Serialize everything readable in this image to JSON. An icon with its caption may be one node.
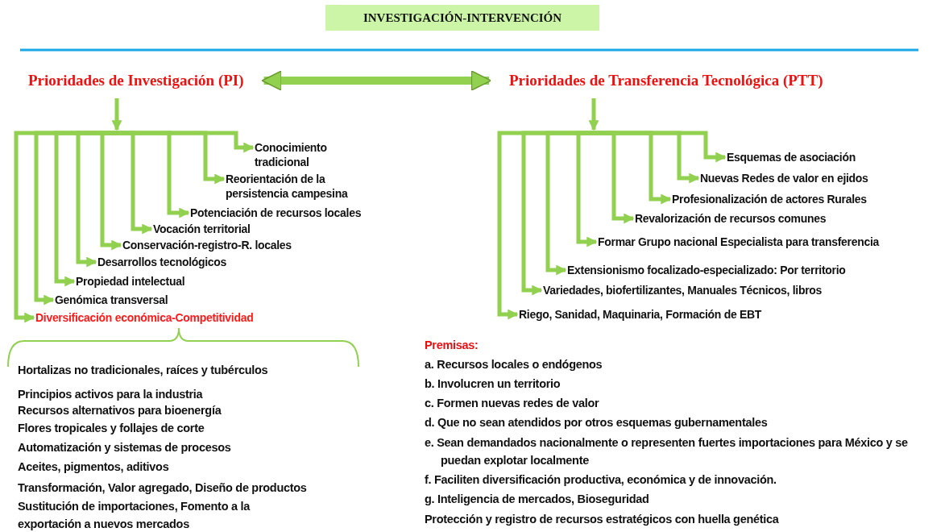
{
  "diagram": {
    "title": "INVESTIGACIÓN-INTERVENCIÓN",
    "nodes": [
      {
        "text": [
          "Prioridades de Investigación (PI)"
        ]
      },
      {
        "text": [
          "Prioridades de Transferencia Tecnológica (PTT)"
        ]
      },
      {
        "text": [
          "Conocimiento tradicional"
        ]
      },
      {
        "text": [
          "Reorientación de la persistencia campesina"
        ]
      },
      {
        "text": [
          "Potenciación de recursos locales"
        ]
      },
      {
        "text": [
          "Vocación territorial"
        ]
      },
      {
        "text": [
          "Conservación-registro-R. locales"
        ]
      },
      {
        "text": [
          "Desarrollos tecnológicos"
        ]
      },
      {
        "text": [
          "Propiedad intelectual"
        ]
      },
      {
        "text": [
          "Genómica transversal"
        ]
      },
      {
        "text": [
          "Diversificación económica-Competitividad"
        ]
      },
      {
        "text": [
          "Esquemas de asociación"
        ]
      },
      {
        "text": [
          "Nuevas Redes de valor en ejidos"
        ]
      },
      {
        "text": [
          "Profesionalización de actores Rurales"
        ]
      },
      {
        "text": [
          "Revalorización de recursos comunes"
        ]
      },
      {
        "text": [
          "Formar Grupo nacional Especialista para transferencia"
        ]
      },
      {
        "text": [
          "Extensionismo focalizado-especializado: Por territorio"
        ]
      },
      {
        "text": [
          "Variedades, biofertilizantes, Manuales Técnicos, libros"
        ]
      },
      {
        "text": [
          "Riego, Sanidad, Maquinaria, Formación de EBT"
        ]
      }
    ],
    "edges": [
      {
        "from": 0,
        "to": 1,
        "arrow": "both",
        "style": "thick"
      },
      {
        "from": 0,
        "to": 2,
        "arrow": "to"
      },
      {
        "from": 0,
        "to": 3,
        "arrow": "to"
      },
      {
        "from": 0,
        "to": 4,
        "arrow": "to"
      },
      {
        "from": 0,
        "to": 5,
        "arrow": "to"
      },
      {
        "from": 0,
        "to": 6,
        "arrow": "to"
      },
      {
        "from": 0,
        "to": 7,
        "arrow": "to"
      },
      {
        "from": 0,
        "to": 8,
        "arrow": "to"
      },
      {
        "from": 0,
        "to": 9,
        "arrow": "to"
      },
      {
        "from": 0,
        "to": 10,
        "arrow": "to"
      },
      {
        "from": 1,
        "to": 11,
        "arrow": "to"
      },
      {
        "from": 1,
        "to": 12,
        "arrow": "to"
      },
      {
        "from": 1,
        "to": 13,
        "arrow": "to"
      },
      {
        "from": 1,
        "to": 14,
        "arrow": "to"
      },
      {
        "from": 1,
        "to": 15,
        "arrow": "to"
      },
      {
        "from": 1,
        "to": 16,
        "arrow": "to"
      },
      {
        "from": 1,
        "to": 17,
        "arrow": "to"
      },
      {
        "from": 1,
        "to": 18,
        "arrow": "to"
      }
    ],
    "labels": [
      "Hortalizas no tradicionales, raíces y tubérculos",
      "Principios activos para la industria",
      "Recursos alternativos para bioenergía",
      "Flores tropicales y follajes de corte",
      "Automatización y sistemas de procesos",
      "Aceites, pigmentos, aditivos",
      "Transformación, Valor agregado, Diseño de productos",
      "Sustitución de importaciones, Fomento a la exportación a nuevos mercados",
      "Premisas:",
      "a. Recursos locales o endógenos",
      "b. Involucren un territorio",
      "c. Formen nuevas redes de valor",
      "d. Que no sean atendidos por otros esquemas gubernamentales",
      "e. Sean demandados nacionalmente o representen fuertes importaciones para México y se puedan explotar localmente",
      "f. Faciliten diversificación productiva, económica y de innovación.",
      "g. Inteligencia de mercados, Bioseguridad",
      "Protección y registro de recursos estratégicos con huella genética"
    ]
  }
}
